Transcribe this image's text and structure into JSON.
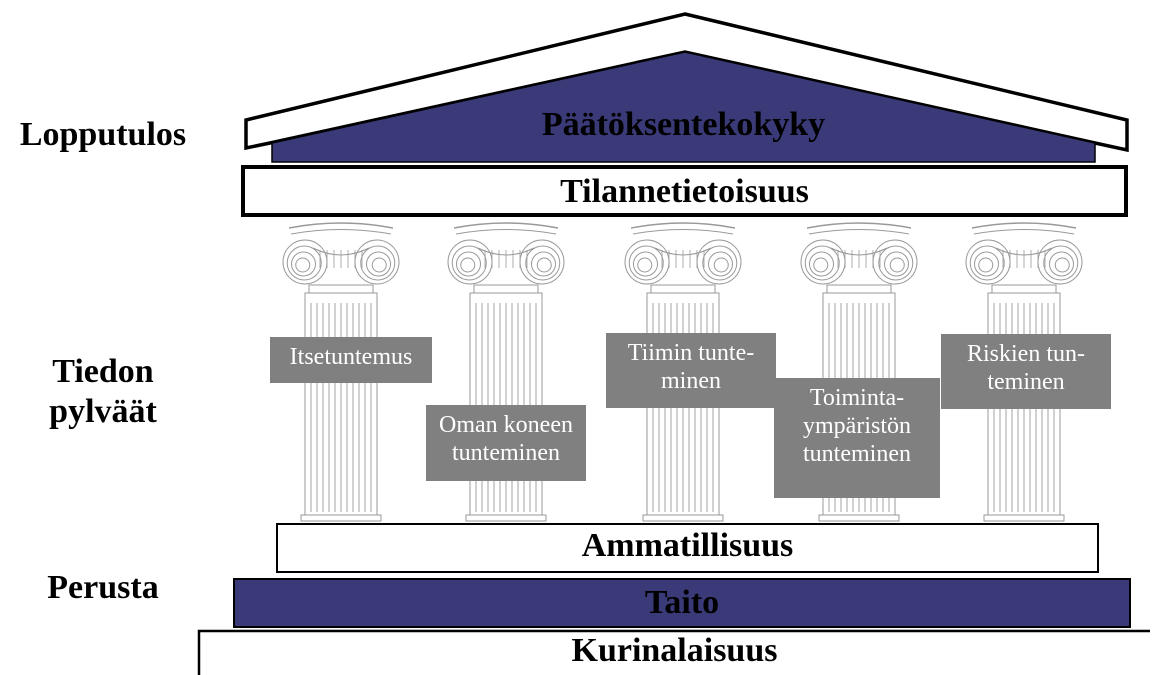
{
  "side_labels": {
    "outcome": "Lopputulos",
    "pillars_line1": "Tiedon",
    "pillars_line2": "pylväät",
    "foundation": "Perusta"
  },
  "roof": {
    "title": "Päätöksentekokyky",
    "fill_color": "#3b3a78"
  },
  "beam": {
    "title": "Tilannetietoisuus"
  },
  "pillars": [
    {
      "label": "Itsetuntemus"
    },
    {
      "label": "Oman koneen\ntunteminen"
    },
    {
      "label": "Tiimin tunte-\nminen"
    },
    {
      "label": "Toiminta-\nympäristön\ntunteminen"
    },
    {
      "label": "Riskien tun-\nteminen"
    }
  ],
  "foundation": {
    "professionalism": "Ammatillisuus",
    "skill": "Taito",
    "discipline": "Kurinalaisuus"
  },
  "colors": {
    "navy": "#3b3a78",
    "pillar_box": "#808080",
    "column_line": "#999999"
  }
}
